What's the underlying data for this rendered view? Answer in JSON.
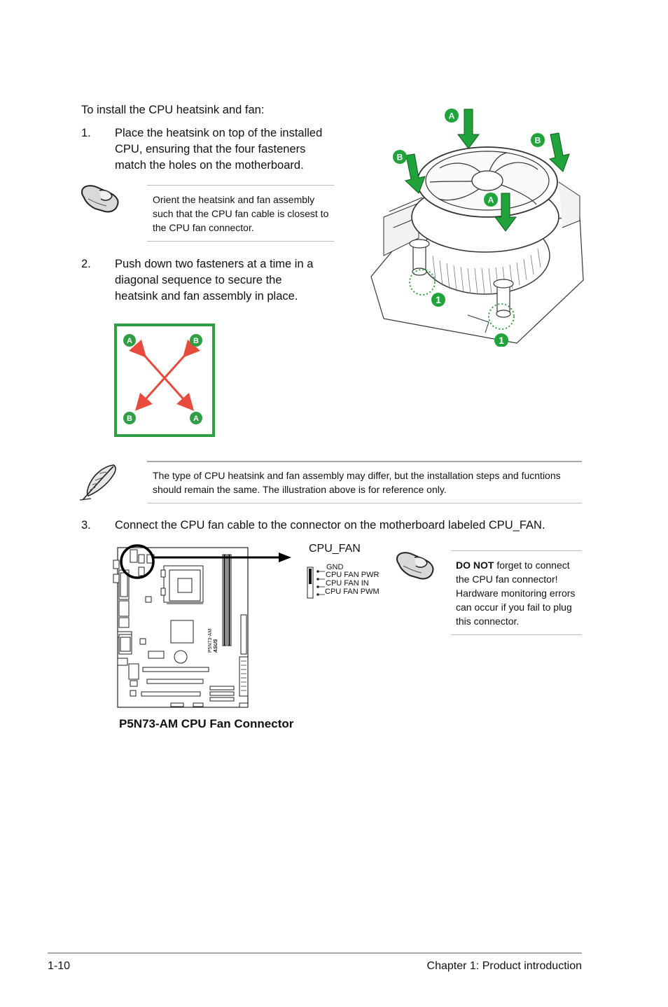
{
  "intro": "To install the CPU heatsink and fan:",
  "steps": [
    {
      "num": "1.",
      "text": "Place the heatsink on top of the installed CPU, ensuring that the four fasteners match the holes on the motherboard."
    },
    {
      "num": "2.",
      "text": "Push down two fasteners at a time in a diagonal sequence to secure the heatsink and fan assembly in place."
    },
    {
      "num": "3.",
      "text": "Connect the CPU fan cable to the connector on the motherboard labeled CPU_FAN."
    }
  ],
  "notes": {
    "orient": "Orient the heatsink and fan assembly such that the CPU fan cable is closest to the CPU fan connector.",
    "type": "The type of CPU heatsink and fan assembly may differ, but the installation steps and fucntions should remain the same. The illustration above is for reference only.",
    "warning_bold": "DO NOT",
    "warning_rest": " forget to connect the CPU fan connector! Hardware monitoring errors can occur if you fail to plug this connector."
  },
  "heatsink_labels": {
    "a": "A",
    "b": "B",
    "one": "1"
  },
  "diagonal": {
    "top_left": "A",
    "top_right": "B",
    "bottom_left": "B",
    "bottom_right": "A"
  },
  "connector": {
    "title": "CPU_FAN",
    "pins": [
      "GND",
      "CPU FAN PWR",
      "CPU FAN IN",
      "CPU FAN PWM"
    ],
    "board_label": "P5N73-AM",
    "brand_label": "ASUS",
    "caption": "P5N73-AM CPU Fan Connector"
  },
  "colors": {
    "green": "#2f9e44",
    "red": "#e84a3c",
    "arrow_green": "#1fa33a"
  },
  "footer": {
    "page": "1-10",
    "chapter": "Chapter 1: Product introduction"
  }
}
